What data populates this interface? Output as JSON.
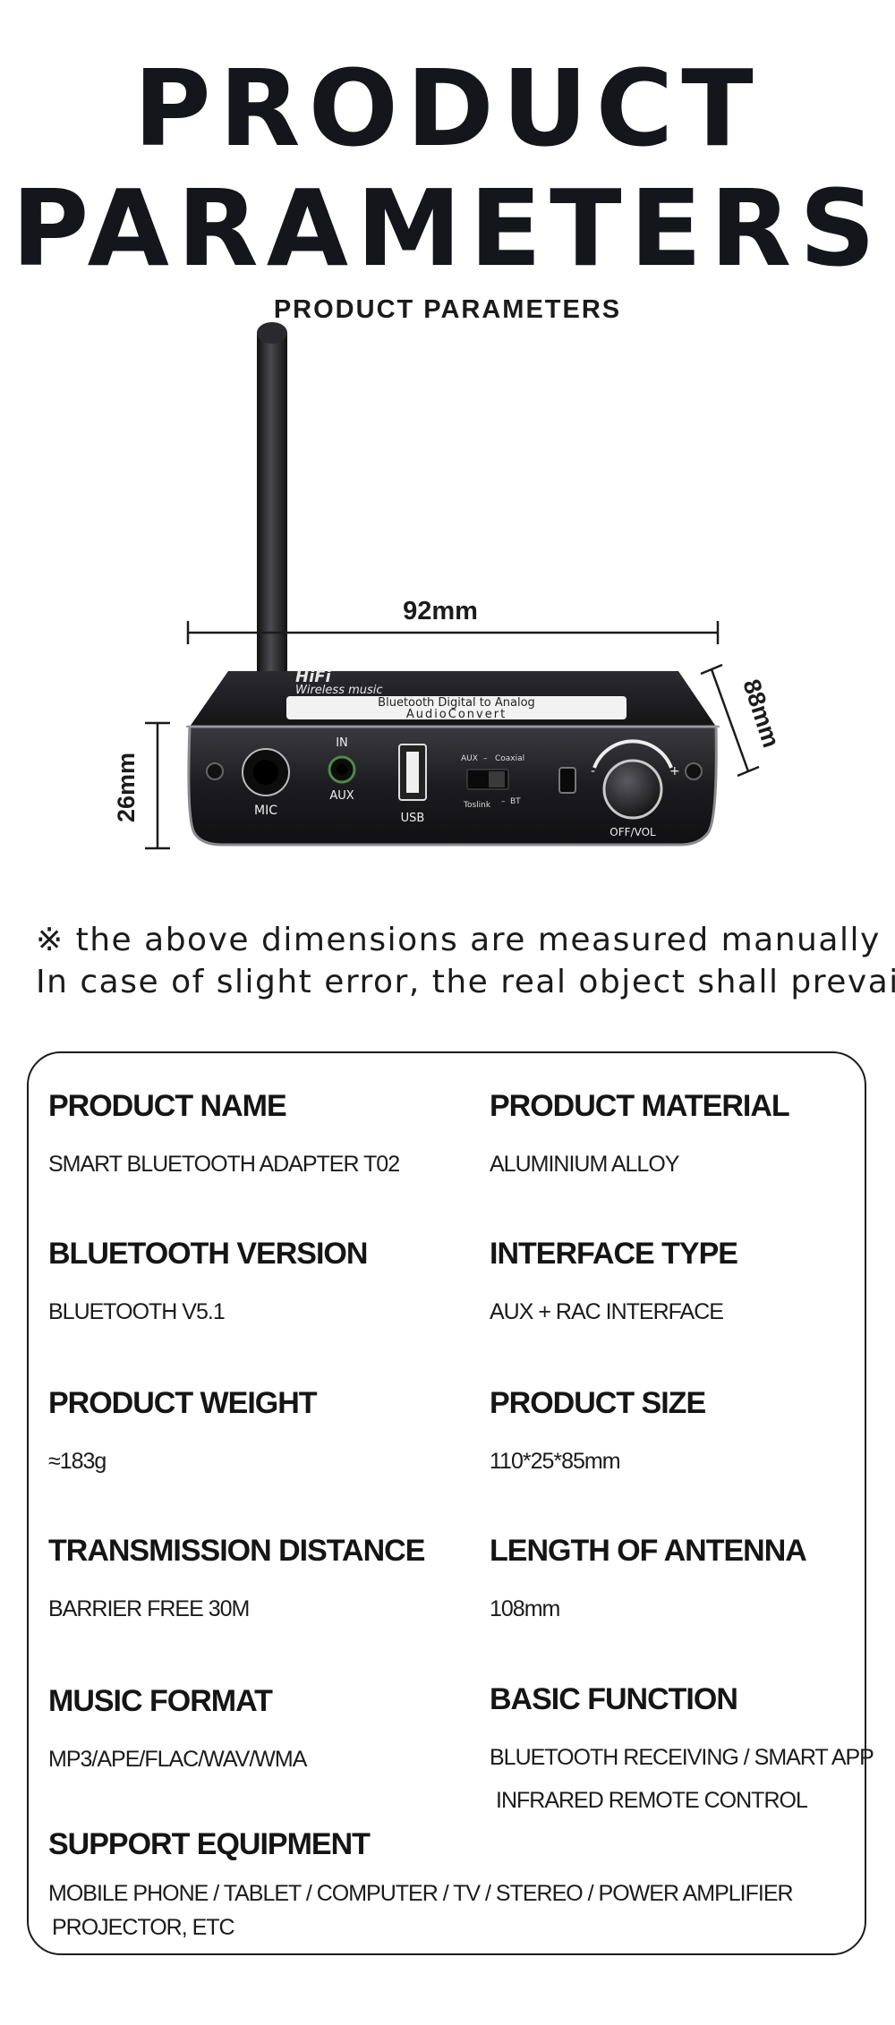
{
  "header": {
    "title_line1": "PRODUCT",
    "title_line2": "PARAMETERS",
    "subtitle": "PRODUCT PARAMETERS"
  },
  "dimensions": {
    "width": "92mm",
    "height": "26mm",
    "depth": "88mm"
  },
  "device": {
    "brand_line1": "HiFi",
    "brand_line2": "Wireless music",
    "strip_line1": "Bluetooth Digital to Analog",
    "strip_line2": "AudioConvert",
    "mic": "MIC",
    "in": "IN",
    "aux": "AUX",
    "usb": "USB",
    "sw_aux": "AUX",
    "sw_coaxial": "Coaxial",
    "sw_toslink": "Toslink",
    "sw_bt": "BT",
    "minus": "-",
    "plus": "+",
    "knob": "OFF/VOL"
  },
  "notes": {
    "line1": "※ the above dimensions are measured manually",
    "line2": "In case of slight error, the real object shall prevail"
  },
  "specs": {
    "product_name": {
      "label": "PRODUCT NAME",
      "value": "SMART BLUETOOTH ADAPTER T02"
    },
    "product_material": {
      "label": "PRODUCT MATERIAL",
      "value": "ALUMINIUM ALLOY"
    },
    "bluetooth_version": {
      "label": "BLUETOOTH VERSION",
      "value": "BLUETOOTH V5.1"
    },
    "interface_type": {
      "label": "INTERFACE TYPE",
      "value": "AUX + RAC INTERFACE"
    },
    "product_weight": {
      "label": "PRODUCT WEIGHT",
      "value": "≈183g"
    },
    "product_size": {
      "label": "PRODUCT SIZE",
      "value": "110*25*85mm"
    },
    "transmission_distance": {
      "label": "TRANSMISSION DISTANCE",
      "value": "BARRIER FREE 30M"
    },
    "length_of_antenna": {
      "label": "LENGTH OF ANTENNA",
      "value": "108mm"
    },
    "music_format": {
      "label": "MUSIC FORMAT",
      "value": "MP3/APE/FLAC/WAV/WMA"
    },
    "basic_function": {
      "label": "BASIC FUNCTION",
      "value_line1": "BLUETOOTH RECEIVING / SMART APP",
      "value_line2": "INFRARED REMOTE CONTROL"
    },
    "support_equipment": {
      "label": "SUPPORT EQUIPMENT",
      "value_line1": "MOBILE PHONE / TABLET / COMPUTER / TV / STEREO / POWER AMPLIFIER",
      "value_line2": "PROJECTOR, ETC"
    }
  }
}
